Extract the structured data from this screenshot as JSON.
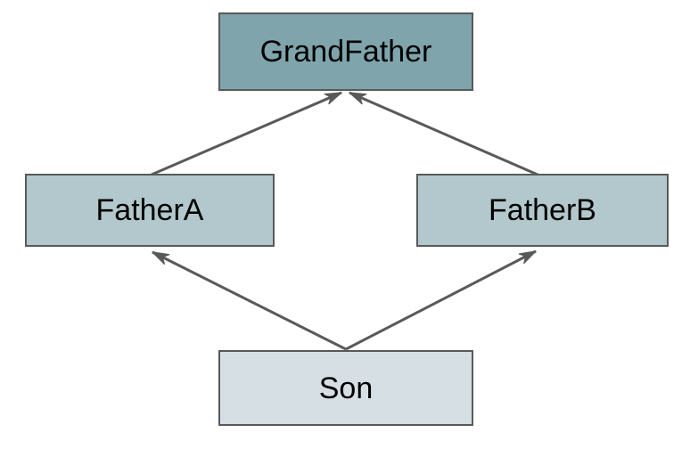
{
  "diagram": {
    "title": "diamond-inheritance-diagram",
    "nodes": [
      {
        "id": "grandfather",
        "label": "GrandFather",
        "fill": "#7fa4ac",
        "border": "#595959"
      },
      {
        "id": "fatherA",
        "label": "FatherA",
        "fill": "#b3c8cc",
        "border": "#595959"
      },
      {
        "id": "fatherB",
        "label": "FatherB",
        "fill": "#b3c8cc",
        "border": "#595959"
      },
      {
        "id": "son",
        "label": "Son",
        "fill": "#d6dfe3",
        "border": "#595959"
      }
    ],
    "edges": [
      {
        "from": "fatherA",
        "to": "grandfather",
        "style": "solid-arrow"
      },
      {
        "from": "fatherB",
        "to": "grandfather",
        "style": "solid-arrow"
      },
      {
        "from": "son",
        "to": "fatherA",
        "style": "solid-arrow"
      },
      {
        "from": "son",
        "to": "fatherB",
        "style": "solid-arrow"
      }
    ],
    "colors": {
      "arrow": "#595959",
      "text": "#000000",
      "background": "#ffffff"
    }
  }
}
